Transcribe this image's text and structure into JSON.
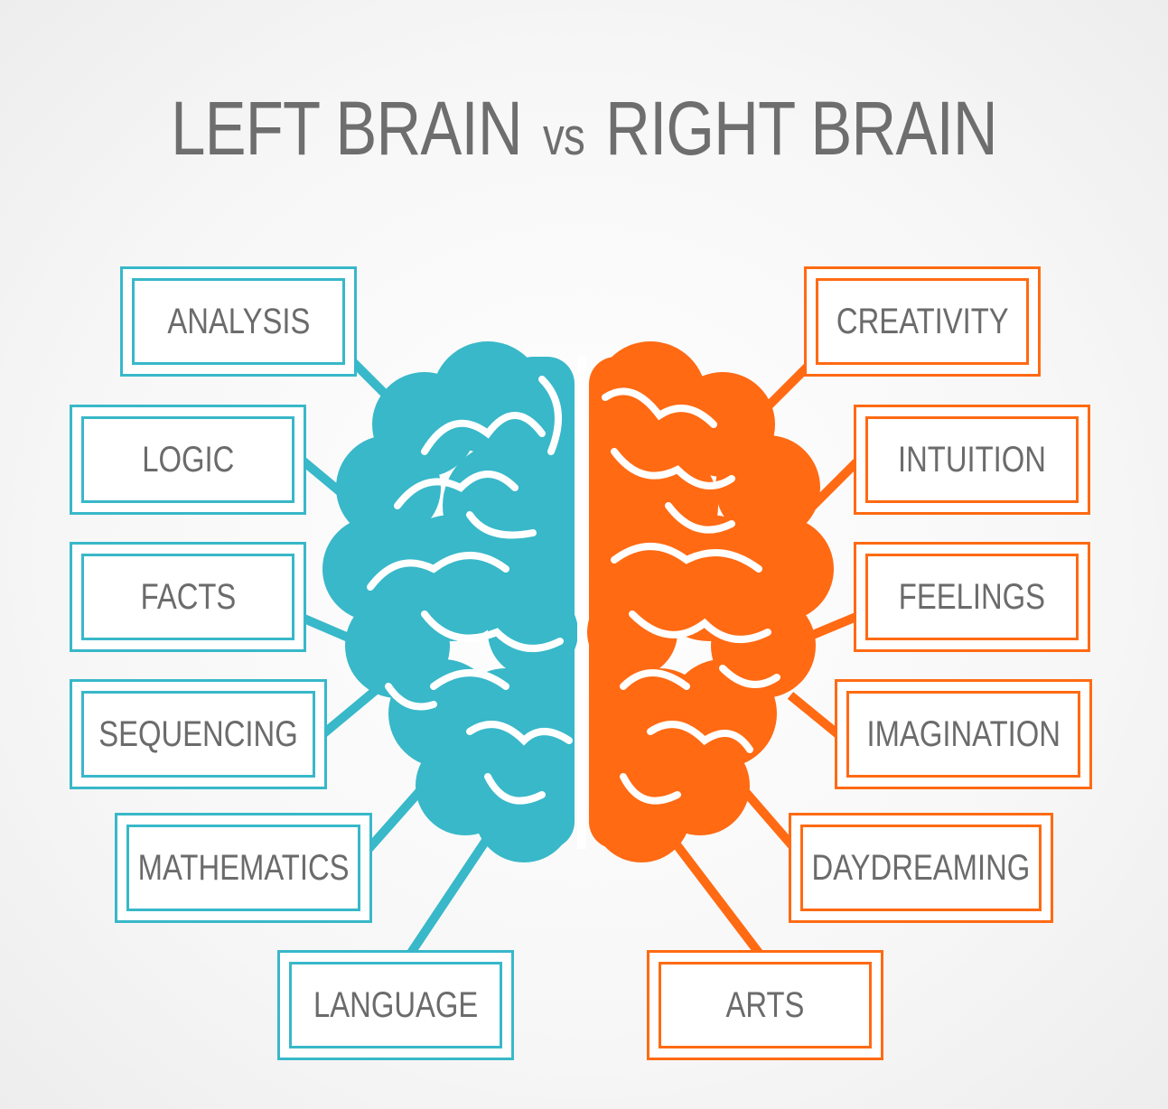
{
  "title": {
    "part1": "LEFT BRAIN",
    "vs": "vs",
    "part2": "RIGHT BRAIN"
  },
  "colors": {
    "left": "#38b8c9",
    "right": "#ff6a13",
    "text": "#6b6b6b"
  },
  "left_labels": [
    "ANALYSIS",
    "LOGIC",
    "FACTS",
    "SEQUENCING",
    "MATHEMATICS",
    "LANGUAGE"
  ],
  "right_labels": [
    "CREATIVITY",
    "INTUITION",
    "FEELINGS",
    "IMAGINATION",
    "DAYDREAMING",
    "ARTS"
  ]
}
